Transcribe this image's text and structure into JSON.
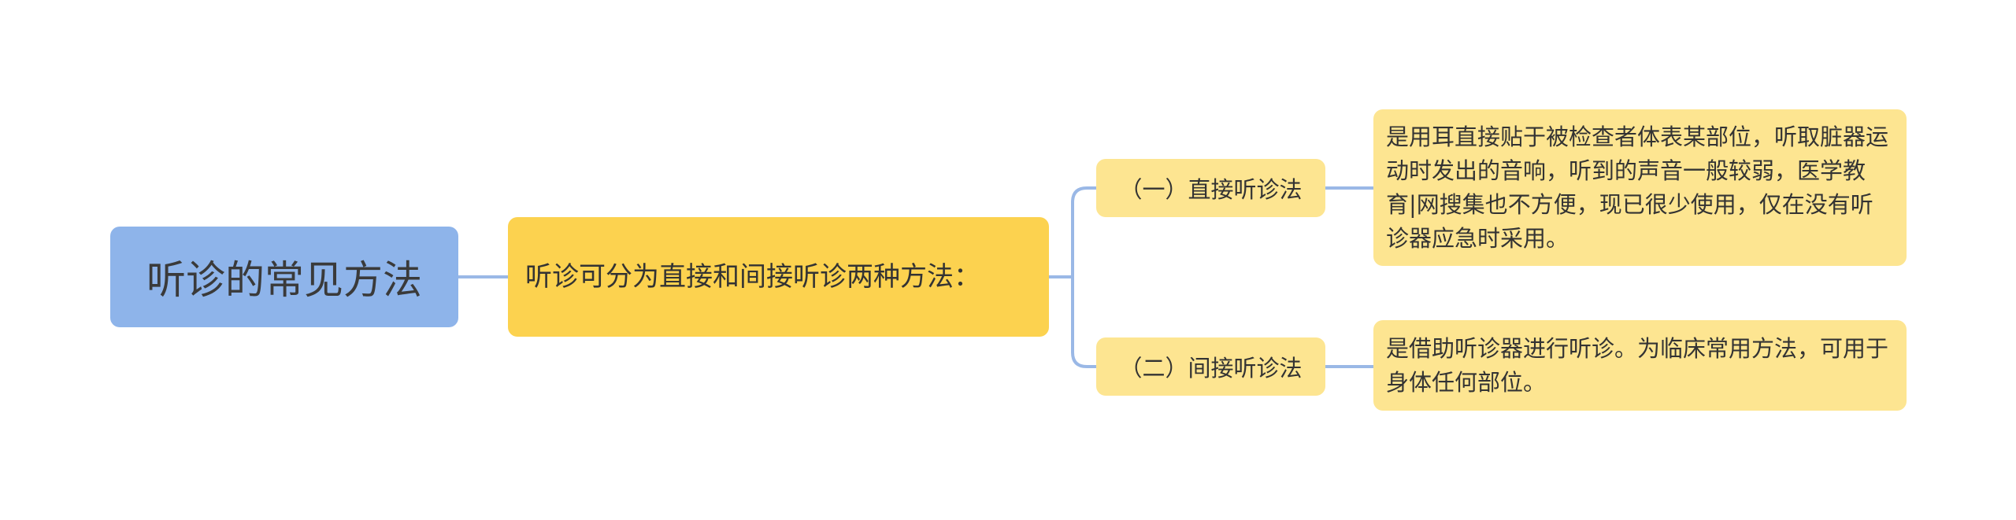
{
  "mindmap": {
    "root": {
      "label": "听诊的常见方法"
    },
    "intro": {
      "label": "听诊可分为直接和间接听诊两种方法："
    },
    "branches": [
      {
        "label": "（一）直接听诊法",
        "detail": "是用耳直接贴于被检查者体表某部位，听取脏器运动时发出的音响，听到的声音一般较弱，医学教育|网搜集也不方便，现已很少使用，仅在没有听诊器应急时采用。"
      },
      {
        "label": "（二）间接听诊法",
        "detail": "是借助听诊器进行听诊。为临床常用方法，可用于身体任何部位。"
      }
    ],
    "colors": {
      "root": "#8eb4ea",
      "intro": "#fcd24f",
      "branch": "#fde591",
      "connector": "#9ab8e6"
    }
  }
}
